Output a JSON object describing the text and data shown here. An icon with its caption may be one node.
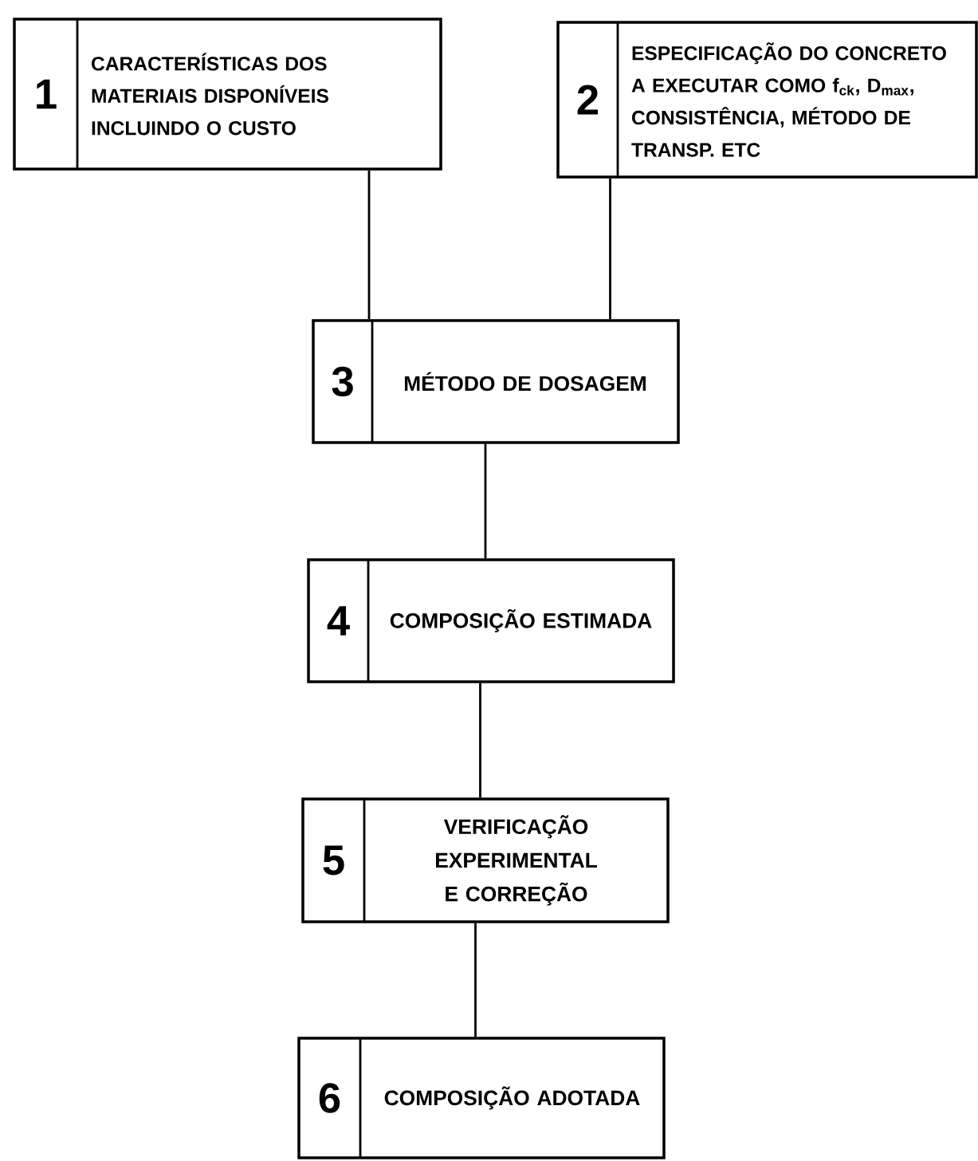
{
  "diagram": {
    "nodes": [
      {
        "text": [
          "1",
          "CARACTERÍSTICAS DOS MATERIAIS DISPONÍVEIS INCLUINDO O CUSTO"
        ]
      },
      {
        "text": [
          "2",
          "ESPECIFICAÇÃO DO CONCRETO A EXECUTAR COMO f$_{ck}$, D$_{max}$, CONSISTÊNCIA, MÉTODO DE TRANSP. ETC"
        ]
      },
      {
        "text": [
          "3",
          "MÉTODO DE DOSAGEM"
        ]
      },
      {
        "text": [
          "4",
          "COMPOSIÇÃO ESTIMADA"
        ]
      },
      {
        "text": [
          "5",
          "VERIFICAÇÃO EXPERIMENTAL E CORREÇÃO"
        ]
      },
      {
        "text": [
          "6",
          "COMPOSIÇÃO ADOTADA"
        ]
      }
    ],
    "edges": [
      {
        "from": 0,
        "to": 2,
        "arrow": "none"
      },
      {
        "from": 1,
        "to": 2,
        "arrow": "none"
      },
      {
        "from": 2,
        "to": 3,
        "arrow": "none"
      },
      {
        "from": 3,
        "to": 4,
        "arrow": "none"
      },
      {
        "from": 4,
        "to": 5,
        "arrow": "none"
      }
    ]
  }
}
